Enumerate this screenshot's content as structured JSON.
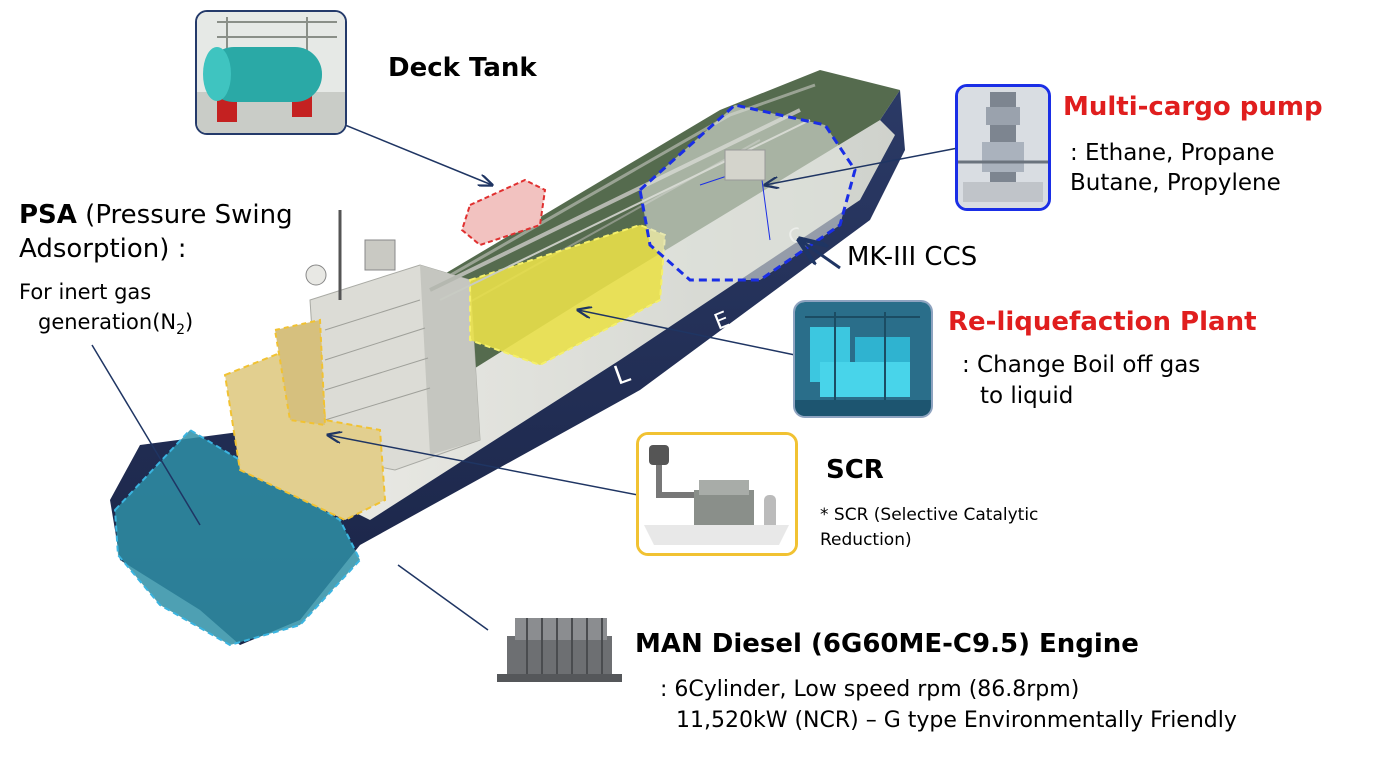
{
  "deck_tank": {
    "title": "Deck Tank"
  },
  "psa": {
    "title_bold": "PSA",
    "title_rest": " (Pressure Swing",
    "title_line2": "Adsorption) :",
    "desc_line1": "For inert gas",
    "desc_line2_prefix": "generation(N",
    "desc_line2_sub": "2",
    "desc_line2_suffix": ")"
  },
  "multi_cargo_pump": {
    "title": "Multi-cargo pump",
    "line1": ": Ethane, Propane",
    "line2": "Butane, Propylene"
  },
  "ccs": {
    "label": "MK-III CCS"
  },
  "reliquefaction": {
    "title": "Re-liquefaction Plant",
    "line1": ": Change Boil off gas",
    "line2": "to liquid"
  },
  "scr": {
    "title": "SCR",
    "note_line1": "* SCR (Selective Catalytic",
    "note_line2": "Reduction)"
  },
  "engine": {
    "title": "MAN Diesel (6G60ME-C9.5) Engine",
    "line1": ": 6Cylinder, Low speed rpm (86.8rpm)",
    "line2": "11,520kW (NCR) – G type Environmentally Friendly"
  },
  "hull_lettering": [
    "L",
    "E",
    "C"
  ],
  "colors": {
    "title_red": "#e01e1e",
    "hull_navy": "#22305a",
    "deck_green": "#556b4e",
    "psa_teal": "#2f8fa6",
    "scr_tan": "#e2cf8f",
    "reliq_yellow": "#e9e04a",
    "ccs_blue": "#1a2ee6",
    "deck_tank_red": "#e03030"
  }
}
